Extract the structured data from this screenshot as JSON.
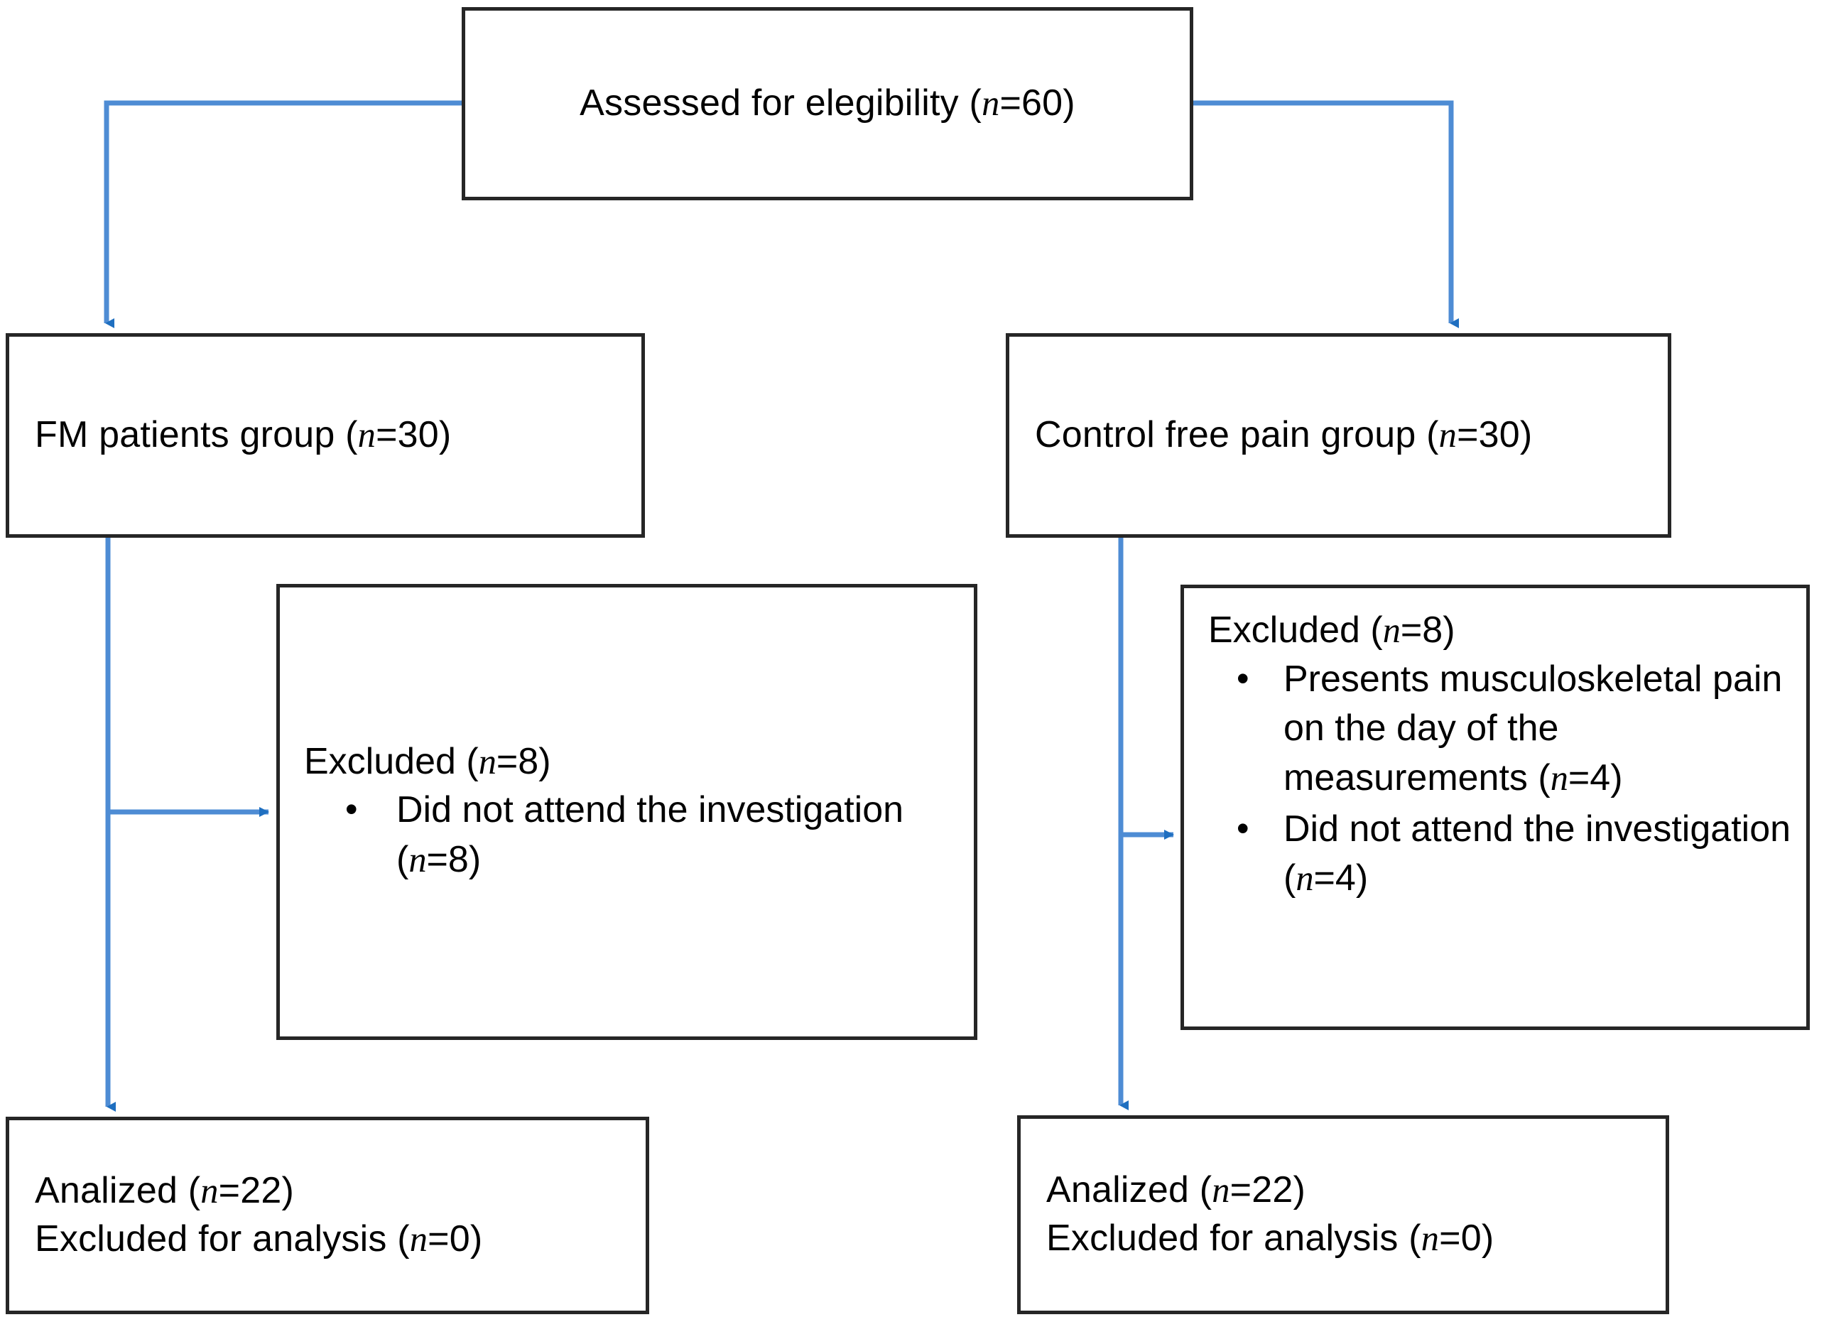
{
  "figure": {
    "kind": "consort-flow-diagram",
    "italic_variable": "n",
    "colors": {
      "box_border": "#262626",
      "box_fill": "#FFFFFF",
      "connector": "#4E8CD4",
      "arrowhead": "#1F6FC0",
      "text": "#000000"
    }
  },
  "nodes": {
    "assessed": {
      "id": "assessed-for-eligibility",
      "text": "Assessed for elegibility (n=60)",
      "prefix": "Assessed for elegibility (",
      "var": "n",
      "suffix": "=60)",
      "count": 60
    },
    "fm_group": {
      "id": "fm-patients-group",
      "text": "FM patients group (n=30)",
      "prefix": "FM patients group (",
      "var": "n",
      "suffix": "=30)",
      "count": 30
    },
    "control_group": {
      "id": "control-free-pain-group",
      "text": "Control free pain group (n=30)",
      "prefix": "Control free pain group (",
      "var": "n",
      "suffix": "=30)",
      "count": 30
    },
    "excluded_left": {
      "id": "excluded-fm",
      "heading_prefix": "Excluded (",
      "heading_var": "n",
      "heading_suffix": "=8)",
      "heading_text": "Excluded (n=8)",
      "count": 8,
      "bullets": [
        {
          "prefix": "Did not attend the investigation (",
          "var": "n",
          "suffix": "=8)",
          "text": "Did not attend the investigation (n=8)",
          "count": 8,
          "lines": [
            "Did not attend the",
            "investigation (n=8)"
          ]
        }
      ]
    },
    "excluded_right": {
      "id": "excluded-control",
      "heading_prefix": "Excluded (",
      "heading_var": "n",
      "heading_suffix": "=8)",
      "heading_text": "Excluded (n=8)",
      "count": 8,
      "bullets": [
        {
          "prefix": "Presents musculoskeletal pain on the day of the measurements (",
          "var": "n",
          "suffix": "=4)",
          "text": "Presents musculoskeletal pain on the day of the measurements (n=4)",
          "count": 4,
          "lines": [
            "Presents",
            "musculoskeletal pain",
            "on the day of the",
            "measurements (n=4)"
          ]
        },
        {
          "prefix": "Did not attend the investigation (",
          "var": "n",
          "suffix": "=4)",
          "text": "Did not attend the investigation (n=4)",
          "count": 4,
          "lines": [
            "Did not attend the",
            "investigation (n=4)"
          ]
        }
      ]
    },
    "analized_left": {
      "id": "analized-fm",
      "line1_prefix": "Analized (",
      "line1_var": "n",
      "line1_suffix": "=22)",
      "line1_text": "Analized (n=22)",
      "analized_count": 22,
      "line2_prefix": "Excluded for analysis (",
      "line2_var": "n",
      "line2_suffix": "=0)",
      "line2_text": "Excluded for analysis (n=0)",
      "excluded_count": 0
    },
    "analized_right": {
      "id": "analized-control",
      "line1_prefix": "Analized (",
      "line1_var": "n",
      "line1_suffix": "=22)",
      "line1_text": "Analized (n=22)",
      "analized_count": 22,
      "line2_prefix": "Excluded for analysis (",
      "line2_var": "n",
      "line2_suffix": "=0)",
      "line2_text": "Excluded for analysis (n=0)",
      "excluded_count": 0
    }
  },
  "edges": [
    {
      "id": "assessed-to-fm",
      "from": "assessed",
      "to": "fm_group",
      "style": "elbow-left-down",
      "arrow": true
    },
    {
      "id": "assessed-to-control",
      "from": "assessed",
      "to": "control_group",
      "style": "elbow-right-down",
      "arrow": true
    },
    {
      "id": "fm-to-excluded",
      "from": "fm_group",
      "to": "excluded_left",
      "style": "branch-right",
      "arrow": true
    },
    {
      "id": "fm-to-analized",
      "from": "fm_group",
      "to": "analized_left",
      "style": "down",
      "arrow": true
    },
    {
      "id": "control-to-excluded",
      "from": "control_group",
      "to": "excluded_right",
      "style": "branch-right",
      "arrow": true
    },
    {
      "id": "control-to-analized",
      "from": "control_group",
      "to": "analized_right",
      "style": "down",
      "arrow": true
    }
  ]
}
